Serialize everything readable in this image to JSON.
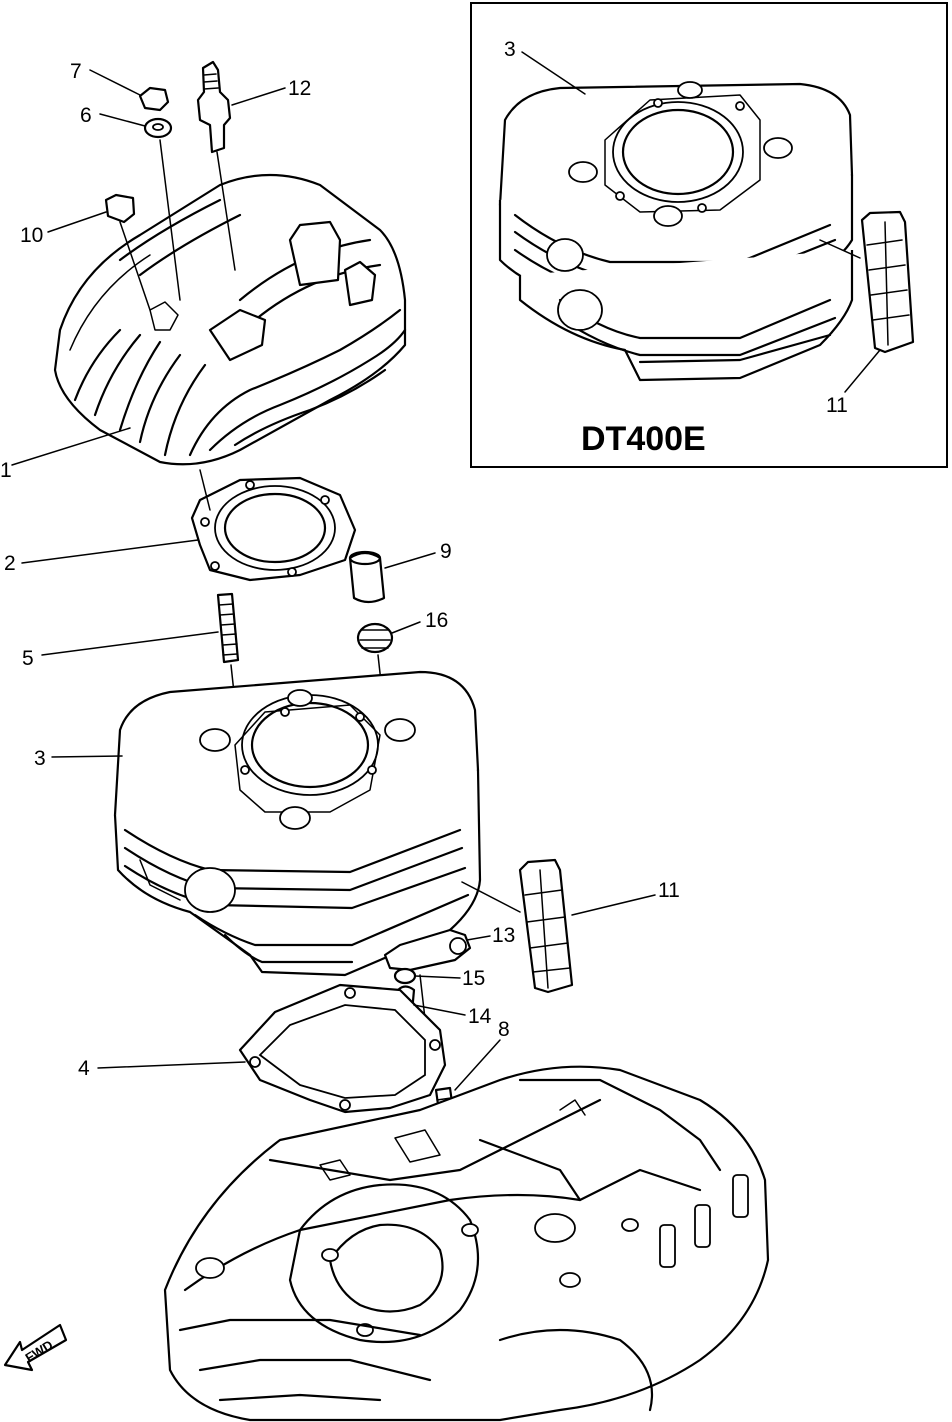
{
  "callouts": [
    {
      "id": "c1",
      "text": "1"
    },
    {
      "id": "c2",
      "text": "2"
    },
    {
      "id": "c3",
      "text": "3"
    },
    {
      "id": "c4",
      "text": "4"
    },
    {
      "id": "c5",
      "text": "5"
    },
    {
      "id": "c6",
      "text": "6"
    },
    {
      "id": "c7",
      "text": "7"
    },
    {
      "id": "c8",
      "text": "8"
    },
    {
      "id": "c9",
      "text": "9"
    },
    {
      "id": "c10",
      "text": "10"
    },
    {
      "id": "c11",
      "text": "11"
    },
    {
      "id": "c12",
      "text": "12"
    },
    {
      "id": "c13",
      "text": "13"
    },
    {
      "id": "c14",
      "text": "14"
    },
    {
      "id": "c15",
      "text": "15"
    },
    {
      "id": "c16",
      "text": "16"
    }
  ],
  "inset": {
    "title": "DT400E",
    "callout_cylinder": "3",
    "callout_damper": "11"
  },
  "fwd_marker": "FWD"
}
